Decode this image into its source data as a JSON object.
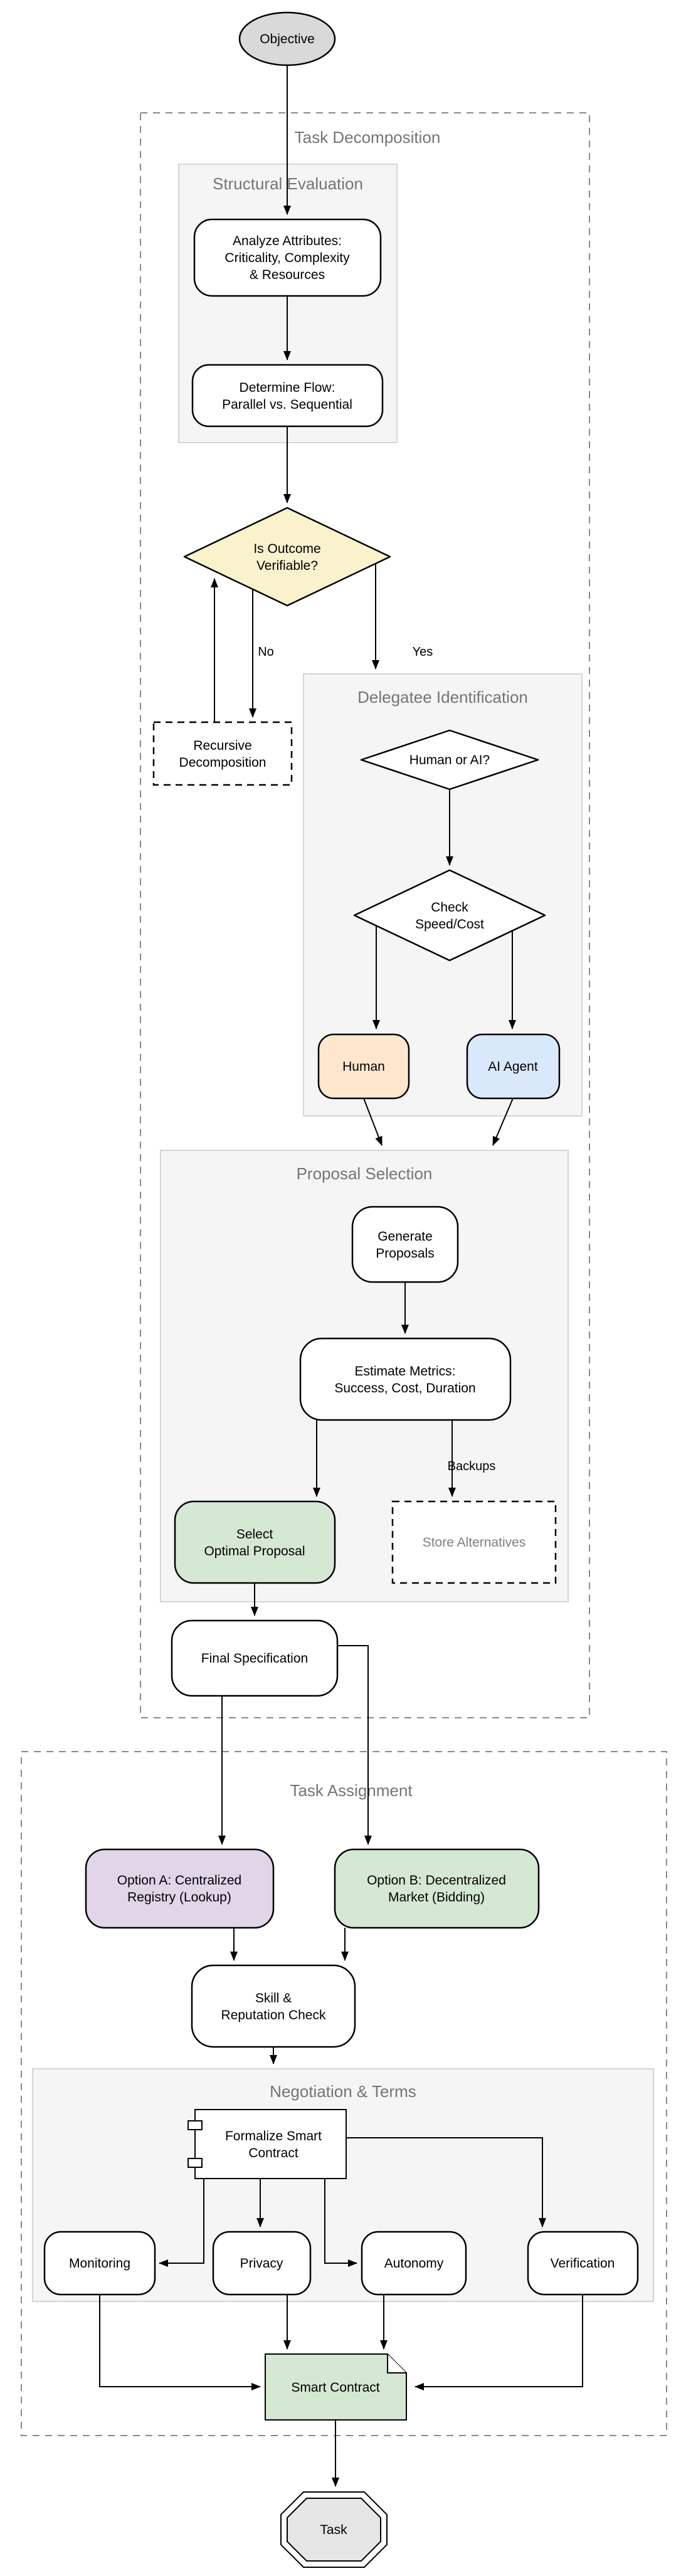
{
  "colors": {
    "gray": "#d9d9d9",
    "octagon_gray": "#e6e6e6",
    "yellow": "#faf1cd",
    "orange": "#ffe6cc",
    "blue": "#dae8fc",
    "green": "#d5e8d4",
    "purple": "#e1d5e7",
    "container_bg": "#f5f5f5",
    "white": "#ffffff"
  },
  "containers": {
    "task_decomposition": {
      "label": "Task Decomposition"
    },
    "structural_evaluation": {
      "label": "Structural Evaluation"
    },
    "delegatee_identification": {
      "label": "Delegatee Identification"
    },
    "proposal_selection": {
      "label": "Proposal Selection"
    },
    "task_assignment": {
      "label": "Task Assignment"
    },
    "negotiation_terms": {
      "label": "Negotiation & Terms"
    }
  },
  "nodes": {
    "objective": {
      "label": "Objective"
    },
    "analyze": {
      "line1": "Analyze Attributes:",
      "line2": "Criticality, Complexity",
      "line3": "& Resources"
    },
    "determine": {
      "line1": "Determine Flow:",
      "line2": "Parallel vs. Sequential"
    },
    "verifiable": {
      "line1": "Is Outcome",
      "line2": "Verifiable?"
    },
    "recursive": {
      "line1": "Recursive",
      "line2": "Decomposition"
    },
    "human_or_ai": {
      "label": "Human or AI?"
    },
    "check_speed": {
      "line1": "Check",
      "line2": "Speed/Cost"
    },
    "human": {
      "label": "Human"
    },
    "ai_agent": {
      "label": "AI Agent"
    },
    "generate": {
      "line1": "Generate",
      "line2": "Proposals"
    },
    "estimate": {
      "line1": "Estimate Metrics:",
      "line2": "Success, Cost, Duration"
    },
    "select": {
      "line1": "Select",
      "line2": "Optimal Proposal"
    },
    "store": {
      "label": "Store Alternatives"
    },
    "final_spec": {
      "label": "Final Specification"
    },
    "option_a": {
      "line1": "Option A: Centralized",
      "line2": "Registry (Lookup)"
    },
    "option_b": {
      "line1": "Option B: Decentralized",
      "line2": "Market (Bidding)"
    },
    "skill": {
      "line1": "Skill &",
      "line2": "Reputation Check"
    },
    "formalize": {
      "line1": "Formalize Smart",
      "line2": "Contract"
    },
    "monitoring": {
      "label": "Monitoring"
    },
    "privacy": {
      "label": "Privacy"
    },
    "autonomy": {
      "label": "Autonomy"
    },
    "verification": {
      "label": "Verification"
    },
    "smart_contract": {
      "label": "Smart Contract"
    },
    "task": {
      "label": "Task"
    }
  },
  "edge_labels": {
    "no": "No",
    "yes": "Yes",
    "backups": "Backups"
  }
}
